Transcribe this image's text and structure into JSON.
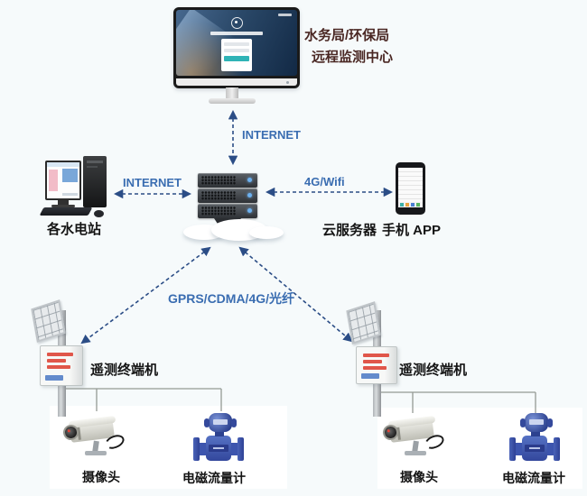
{
  "title": {
    "line1": "水务局/环保局",
    "line2": "远程监测中心"
  },
  "links": {
    "internet_top": "INTERNET",
    "internet_left": "INTERNET",
    "wifi_right": "4G/Wifi",
    "gprs_bottom": "GPRS/CDMA/4G/光纤"
  },
  "nodes": {
    "hydro_station": "各水电站",
    "cloud_server": "云服务器",
    "mobile_app": "手机 APP",
    "terminal_left": "遥测终端机",
    "terminal_right": "遥测终端机",
    "camera_left": "摄像头",
    "camera_right": "摄像头",
    "flowmeter_left": "电磁流量计",
    "flowmeter_right": "电磁流量计"
  },
  "colors": {
    "background": "#f6fafb",
    "arrow": "#2b4d86",
    "link_label": "#3a6db1",
    "title_text": "#4a2723",
    "node_label": "#141414",
    "terminal_warning_bars": "#e0564a",
    "flowmeter_blue": "#33479c",
    "wire": "#949a94"
  }
}
